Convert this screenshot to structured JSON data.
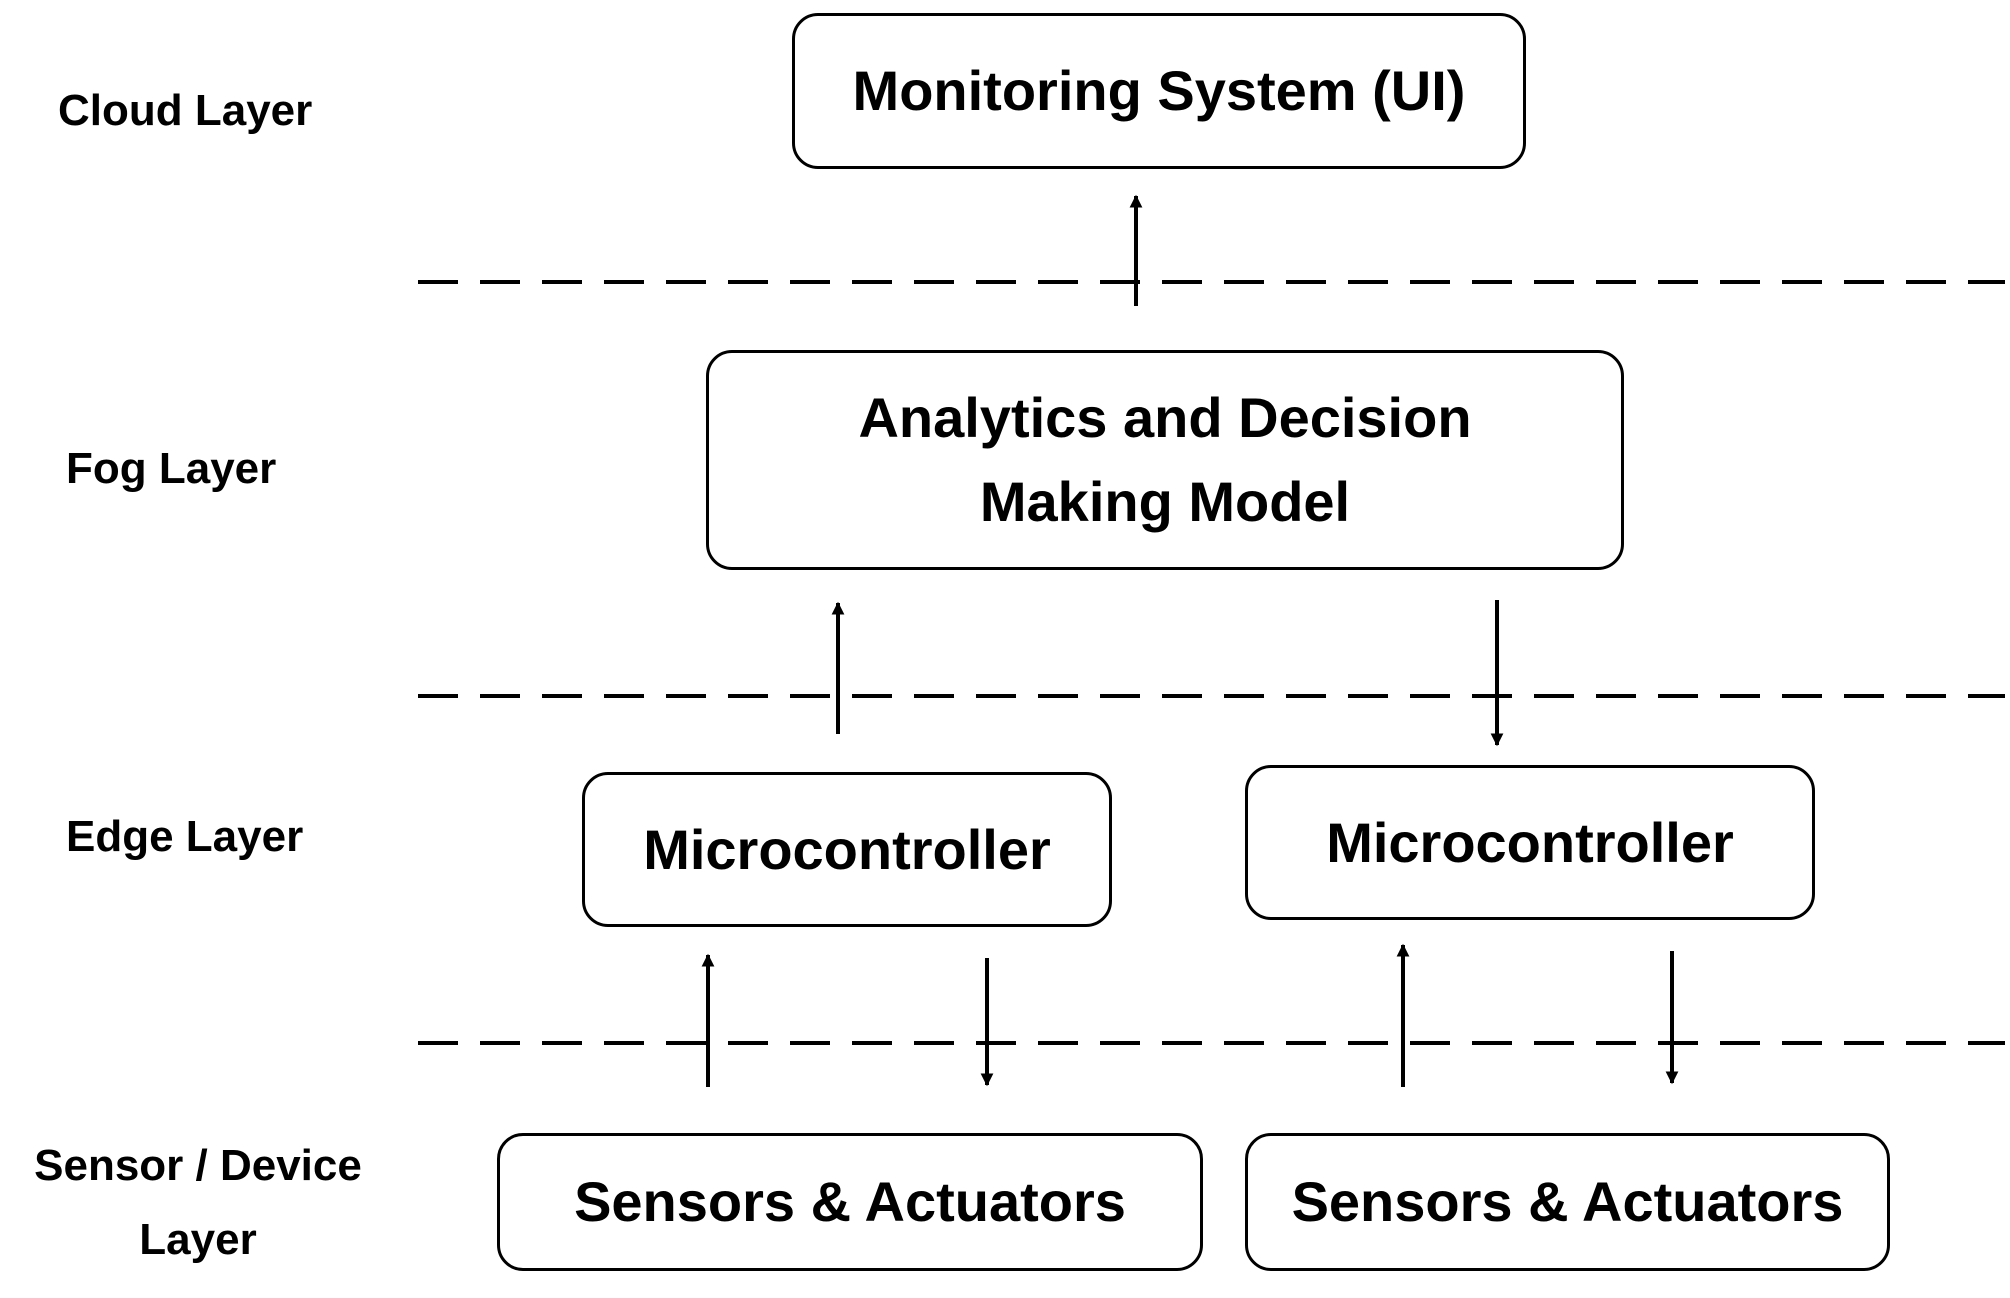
{
  "layers": {
    "cloud": "Cloud Layer",
    "fog": "Fog Layer",
    "edge": "Edge Layer",
    "sensor_line1": "Sensor / Device",
    "sensor_line2": "Layer"
  },
  "boxes": {
    "monitoring": "Monitoring System (UI)",
    "analytics_line1": "Analytics and Decision",
    "analytics_line2": "Making Model",
    "micro_left": "Microcontroller",
    "micro_right": "Microcontroller",
    "sensors_left": "Sensors & Actuators",
    "sensors_right": "Sensors & Actuators"
  },
  "colors": {
    "line": "#000000",
    "background": "#ffffff"
  }
}
